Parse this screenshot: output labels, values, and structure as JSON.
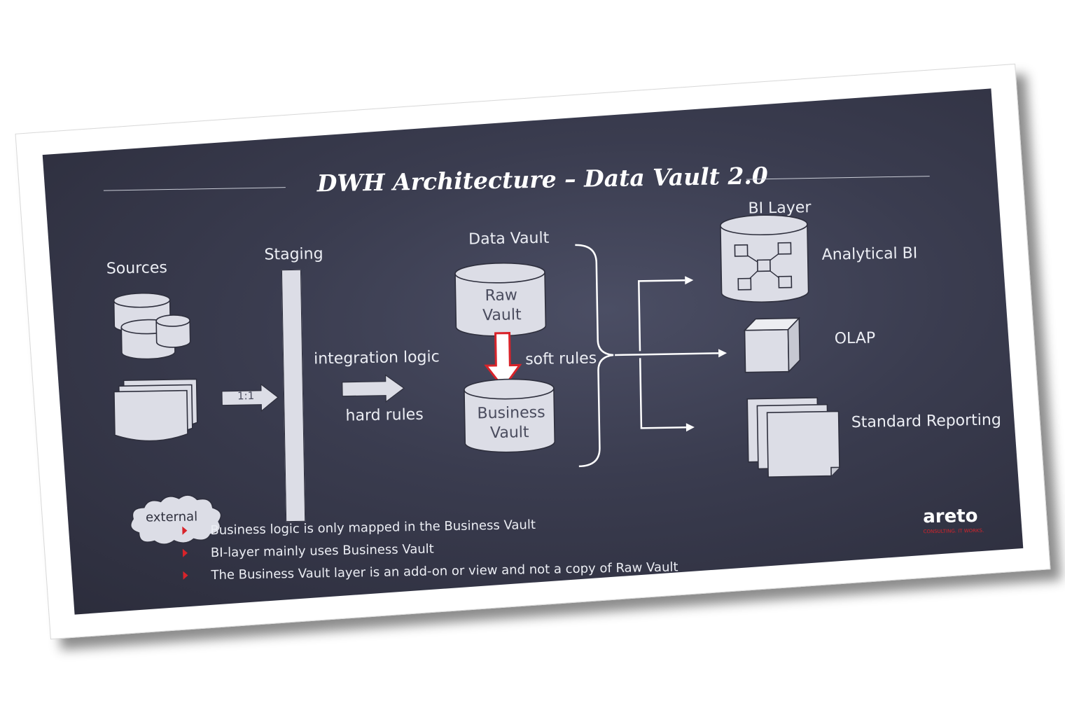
{
  "title": "DWH Architecture – Data Vault 2.0",
  "columns": {
    "sources": "Sources",
    "staging": "Staging",
    "data_vault": "Data Vault",
    "bi_layer": "BI Layer"
  },
  "sources": {
    "external": "external",
    "ratio": "1:1"
  },
  "staging_flow": {
    "top_label": "integration logic",
    "bottom_label": "hard rules"
  },
  "vault": {
    "raw": [
      "Raw",
      "Vault"
    ],
    "business": [
      "Business",
      "Vault"
    ],
    "soft_rules": "soft rules"
  },
  "bi": {
    "analytical": "Analytical BI",
    "olap": "OLAP",
    "reporting": "Standard Reporting"
  },
  "bullets": [
    "Business logic is only mapped in the Business Vault",
    "BI-layer mainly uses Business Vault",
    "The Business Vault layer is an add-on or view and not a copy of Raw Vault"
  ],
  "logo": {
    "name": "areto",
    "tagline": "CONSULTING. IT WORKS."
  },
  "colors": {
    "slide_background": "#3a3c4f",
    "shape_fill": "#dcdde6",
    "accent_red": "#d8232a",
    "text": "#eceef4"
  }
}
